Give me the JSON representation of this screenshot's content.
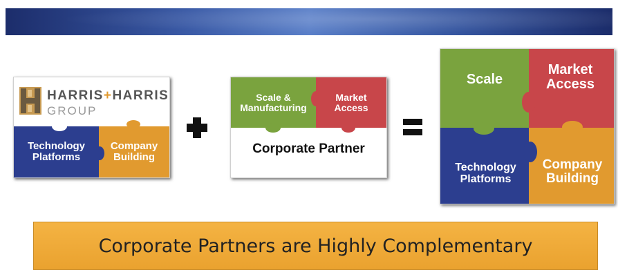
{
  "logo": {
    "name_left": "HARRIS",
    "plus": "+",
    "name_right": "HARRIS",
    "group": "GROUP"
  },
  "panel1": {
    "blocks": {
      "technology": "Technology Platforms",
      "company": "Company Building"
    }
  },
  "panel2": {
    "blocks": {
      "scale": "Scale & Manufacturing",
      "market": "Market Access"
    },
    "partner_label": "Corporate Partner"
  },
  "panel3": {
    "blocks": {
      "scale": "Scale",
      "market": "Market Access",
      "technology": "Technology Platforms",
      "company": "Company Building"
    }
  },
  "footer": {
    "text": "Corporate Partners are Highly Complementary"
  },
  "colors": {
    "green": "#7aa33e",
    "red": "#c8464a",
    "blue": "#2c3e8f",
    "orange": "#e19a2f",
    "banner_blue": "#2c4690",
    "footer_orange": "#eea532"
  }
}
